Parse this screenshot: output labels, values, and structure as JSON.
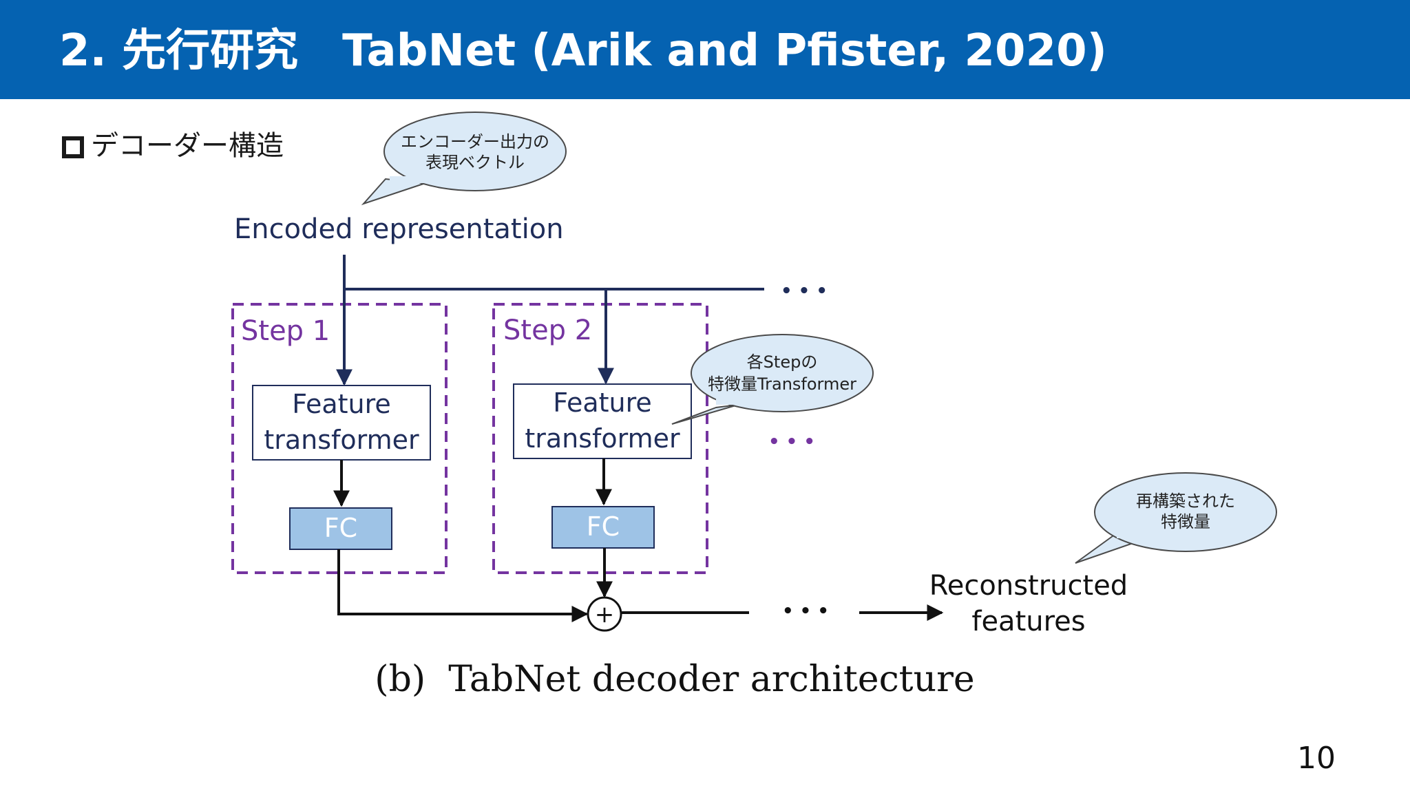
{
  "header": {
    "title": "2. 先行研究　TabNet (Arik and Pfister, 2020)"
  },
  "bullet": {
    "text": "デコーダー構造"
  },
  "diagram": {
    "input_label": "Encoded representation",
    "step1": {
      "label": "Step 1",
      "block": [
        "Feature",
        "transformer"
      ],
      "fc": "FC"
    },
    "step2": {
      "label": "Step 2",
      "block": [
        "Feature",
        "transformer"
      ],
      "fc": "FC"
    },
    "ellipsis": "• • •",
    "sum_symbol": "+",
    "output_label": [
      "Reconstructed",
      "features"
    ],
    "caption": "(b)  TabNet decoder architecture"
  },
  "callouts": {
    "encoder": [
      "エンコーダー出力の",
      "表現ベクトル"
    ],
    "step": [
      "各Stepの",
      "特徴量Transformer"
    ],
    "reconstructed": [
      "再構築された",
      "特徴量"
    ]
  },
  "page_number": "10",
  "colors": {
    "header_bg": "#0562b1",
    "navy": "#1f2d5a",
    "step_border": "#7434a0",
    "fc_fill": "#9ec3e6",
    "callout_fill": "#dbeaf7"
  }
}
